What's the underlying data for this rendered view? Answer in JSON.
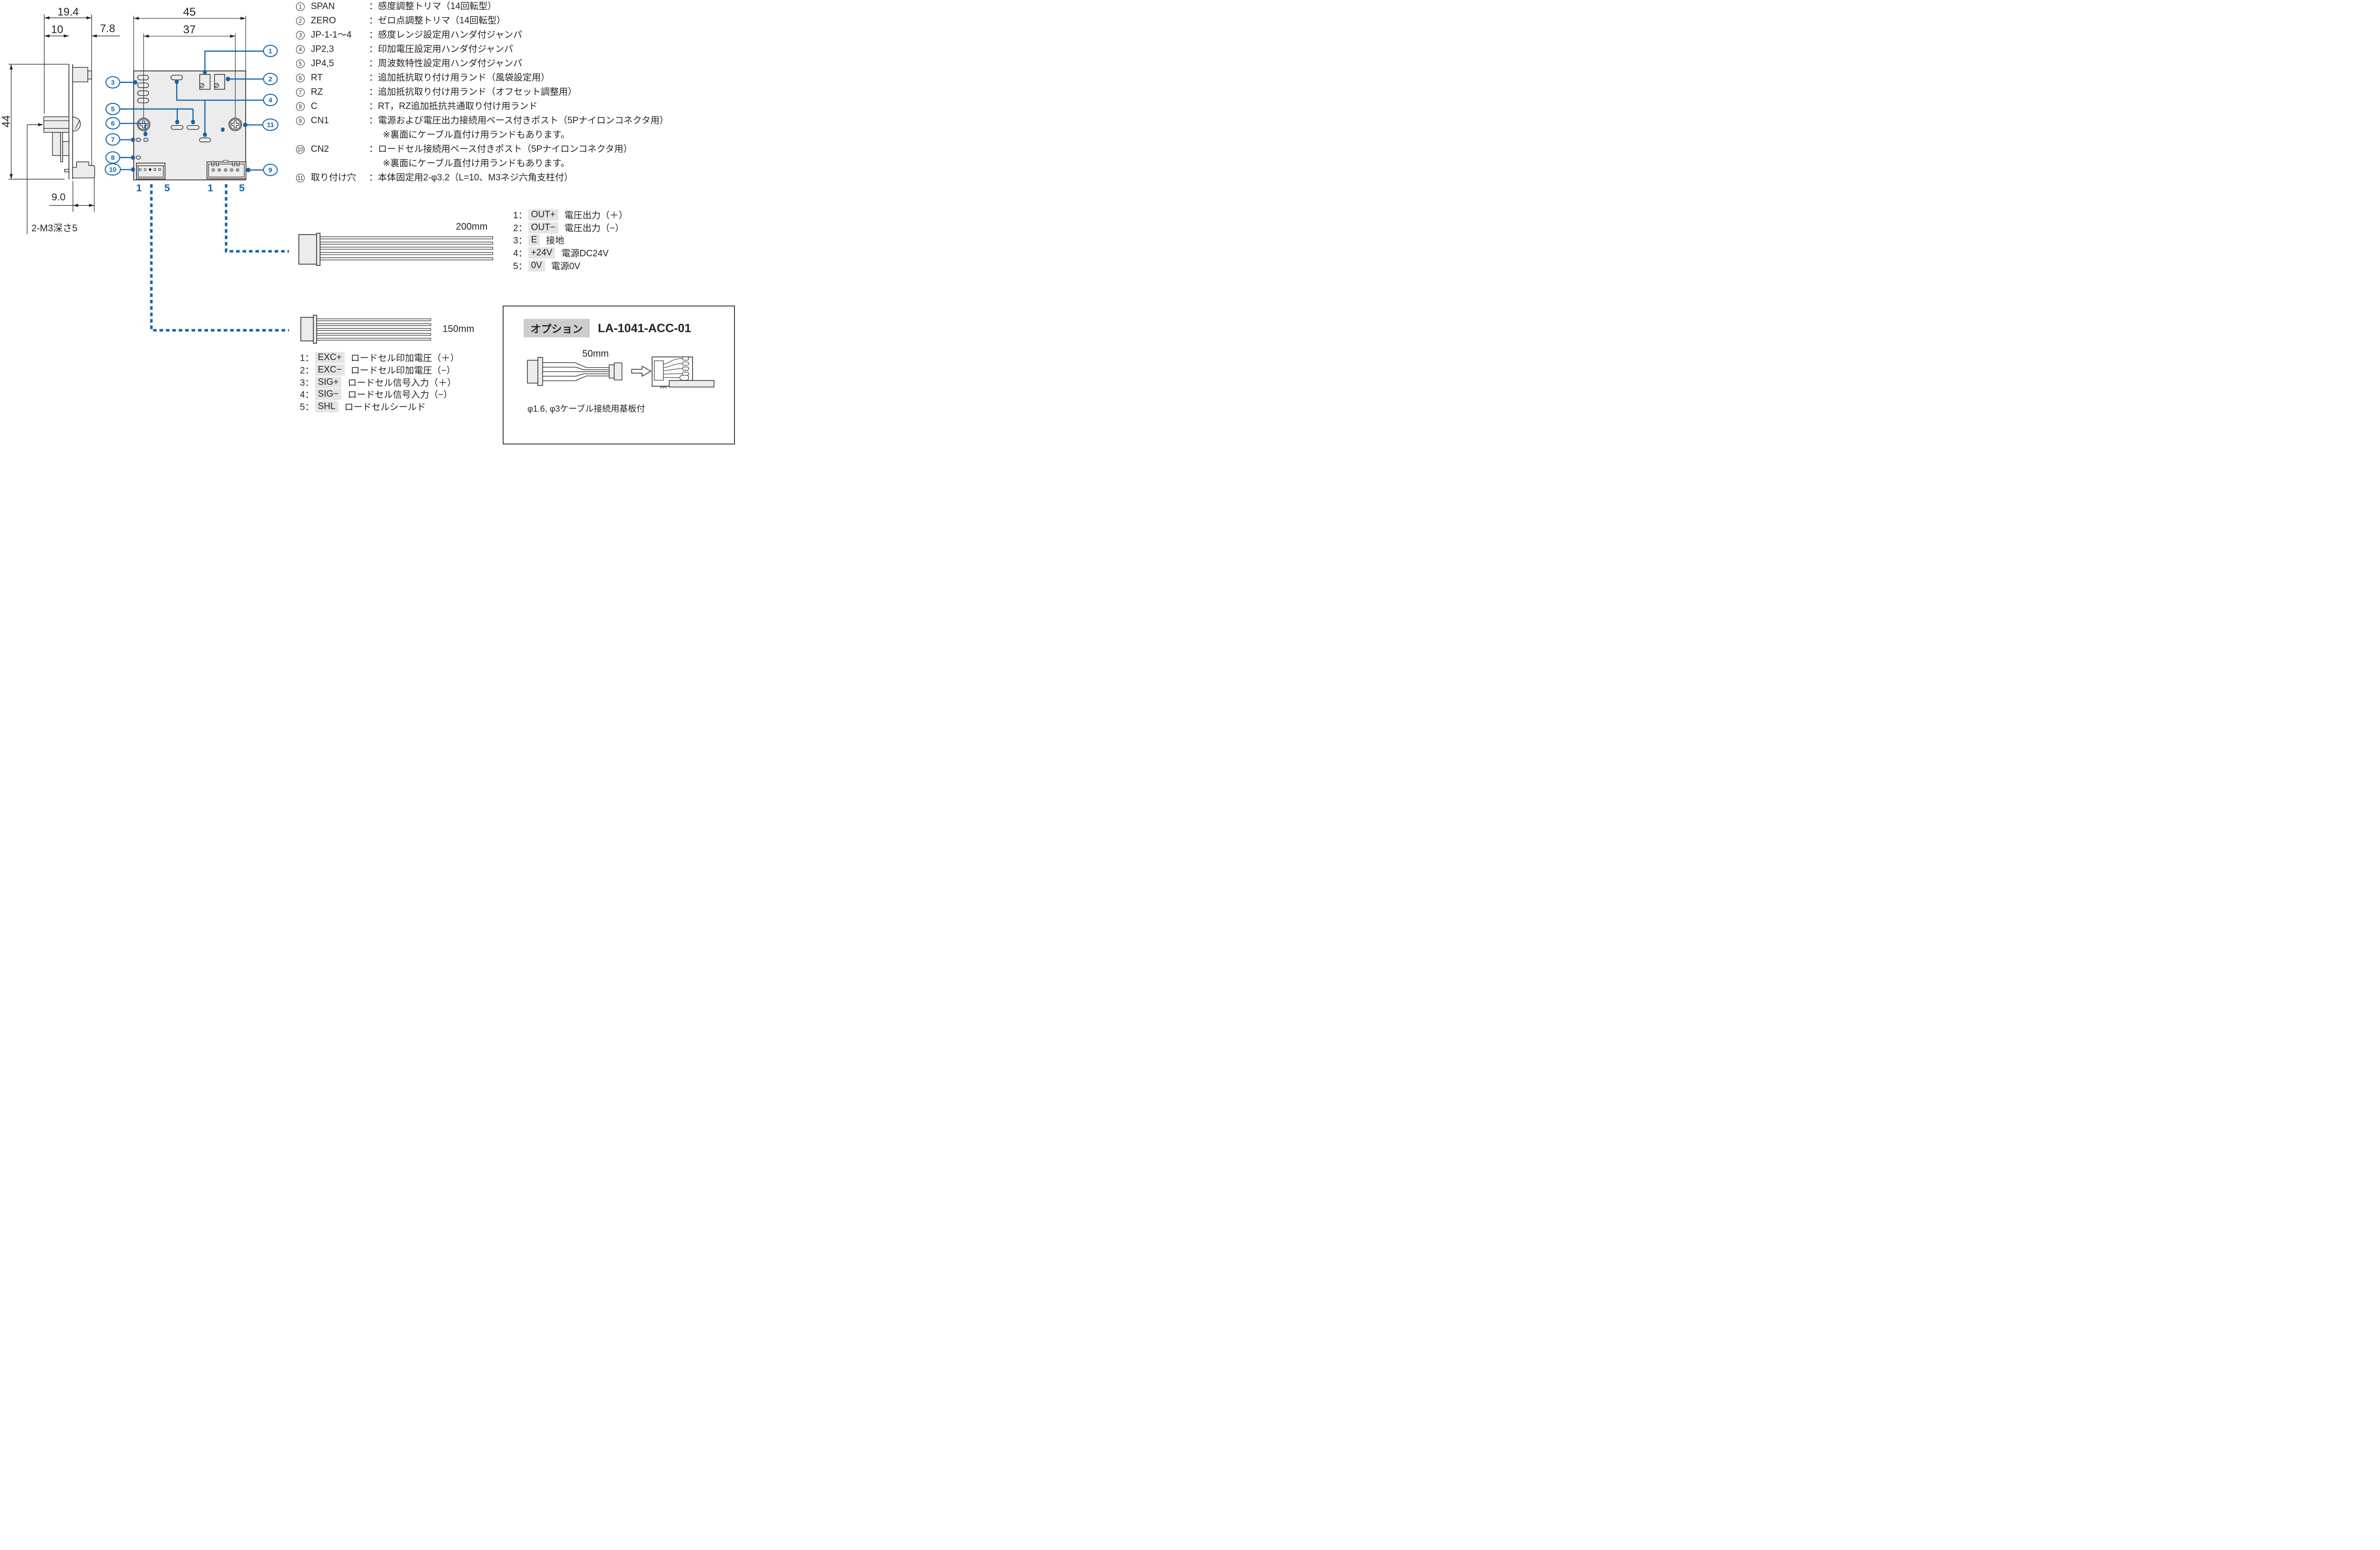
{
  "colors": {
    "accent_blue": "#1065ad",
    "line_dark": "#2a221e",
    "board_fill": "#ececec",
    "chip_bg": "#e4e4e4",
    "option_chip_bg": "#cdcdcd"
  },
  "side_view": {
    "dim_19_4": "19.4",
    "dim_10": "10",
    "dim_7_8": "7.8",
    "dim_44": "44",
    "dim_9_0": "9.0",
    "thread_label": "2-M3深さ5"
  },
  "front_view": {
    "dim_45": "45",
    "dim_37": "37",
    "cn2_pin_first": "1",
    "cn2_pin_last": "5",
    "cn1_pin_first": "1",
    "cn1_pin_last": "5",
    "callouts": [
      "1",
      "2",
      "3",
      "4",
      "5",
      "6",
      "7",
      "8",
      "9",
      "10",
      "11"
    ]
  },
  "legend": {
    "rows": [
      {
        "num": "1",
        "name": "SPAN",
        "desc": "：感度調整トリマ（14回転型）"
      },
      {
        "num": "2",
        "name": "ZERO",
        "desc": "：ゼロ点調整トリマ（14回転型）"
      },
      {
        "num": "3",
        "name": "JP-1-1～4",
        "desc": "：感度レンジ設定用ハンダ付ジャンパ"
      },
      {
        "num": "4",
        "name": "JP2,3",
        "desc": "：印加電圧設定用ハンダ付ジャンパ"
      },
      {
        "num": "5",
        "name": "JP4,5",
        "desc": "：周波数特性設定用ハンダ付ジャンパ"
      },
      {
        "num": "6",
        "name": "RT",
        "desc": "：追加抵抗取り付け用ランド（風袋設定用）"
      },
      {
        "num": "7",
        "name": "RZ",
        "desc": "：追加抵抗取り付け用ランド（オフセット調整用）"
      },
      {
        "num": "8",
        "name": "C",
        "desc": "：RT，RZ追加抵抗共通取り付け用ランド"
      },
      {
        "num": "9",
        "name": "CN1",
        "desc": "：電源および電圧出力接続用ベース付きポスト（5Pナイロンコネクタ用）"
      },
      {
        "num": "",
        "name": "",
        "desc": "※裏面にケーブル直付け用ランドもあります。"
      },
      {
        "num": "10",
        "name": "CN2",
        "desc": "：ロードセル接続用ベース付きポスト（5Pナイロンコネクタ用）"
      },
      {
        "num": "",
        "name": "",
        "desc": "※裏面にケーブル直付け用ランドもあります。"
      },
      {
        "num": "11",
        "name": "取り付け穴",
        "desc": "：本体固定用2-φ3.2（L=10、M3ネジ六角支柱付）"
      }
    ]
  },
  "cn1_cable": {
    "length": "200mm",
    "pins": [
      {
        "no": "1：",
        "name": "OUT+",
        "desc": "電圧出力（＋）"
      },
      {
        "no": "2：",
        "name": "OUT−",
        "desc": "電圧出力（−）"
      },
      {
        "no": "3：",
        "name": "E",
        "desc": "接地"
      },
      {
        "no": "4：",
        "name": "+24V",
        "desc": "電源DC24V"
      },
      {
        "no": "5：",
        "name": "0V",
        "desc": "電源0V"
      }
    ]
  },
  "cn2_cable": {
    "length": "150mm",
    "pins": [
      {
        "no": "1：",
        "name": "EXC+",
        "desc": "ロードセル印加電圧（＋）"
      },
      {
        "no": "2：",
        "name": "EXC−",
        "desc": "ロードセル印加電圧（−）"
      },
      {
        "no": "3：",
        "name": "SIG+",
        "desc": "ロードセル信号入力（＋）"
      },
      {
        "no": "4：",
        "name": "SIG−",
        "desc": "ロードセル信号入力（−）"
      },
      {
        "no": "5：",
        "name": "SHL",
        "desc": "ロードセルシールド"
      }
    ]
  },
  "option_box": {
    "badge": "オプション",
    "model": "LA-1041-ACC-01",
    "length": "50mm",
    "caption": "φ1.6, φ3ケーブル接続用基板付"
  }
}
